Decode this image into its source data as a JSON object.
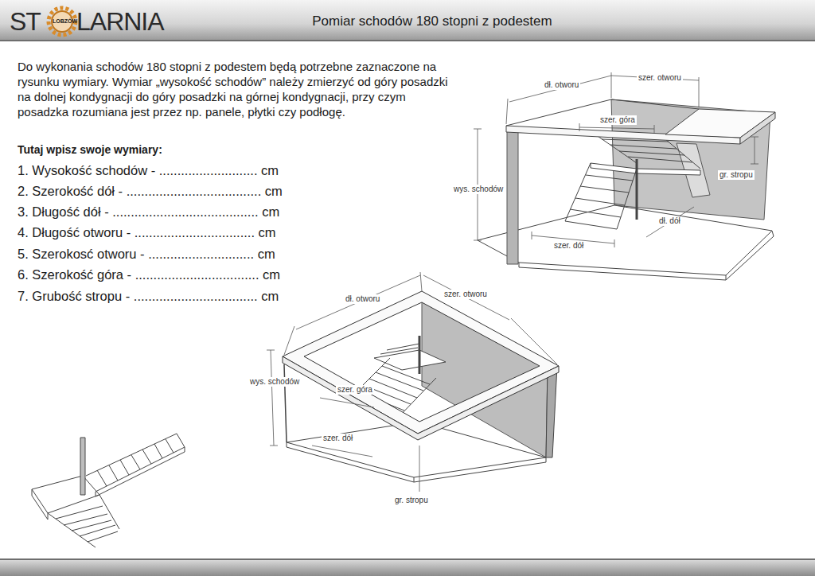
{
  "diagram": {
    "title": "Pomiar schodów 180 stopni z podestem",
    "labels": [
      "ST",
      "LOBZÓW",
      "LARNIA",
      "Do wykonania schodów 180 stopni z podestem będą potrzebne zaznaczone na rysunku wymiary. Wymiar „wysokość schodów” należy zmierzyć od góry posadzki na dolnej kondygnacji do góry posadzki na górnej kondygnacji, przy czym posadzka rozumiana jest przez np. panele, płytki czy podłogę.",
      "Tutaj wpisz swoje wymiary:",
      "1. Wysokość schodów - ........................... cm",
      "2. Szerokość  dół - ..................................... cm",
      "3. Długość dół  - ........................................ cm",
      "4. Długość otworu - ................................. cm",
      "5. Szerokosć otworu - ............................. cm",
      "6. Szerokość góra - .................................. cm",
      "7. Grubość stropu - .................................. cm",
      "dł. otworu",
      "szer. otworu",
      "szer. góra",
      "gr. stropu",
      "wys. schodów",
      "dł. dół",
      "szer. dół",
      "dł. otworu",
      "szer. otworu",
      "wys. schodów",
      "szer. góra",
      "szer. dół",
      "gr. stropu"
    ]
  }
}
